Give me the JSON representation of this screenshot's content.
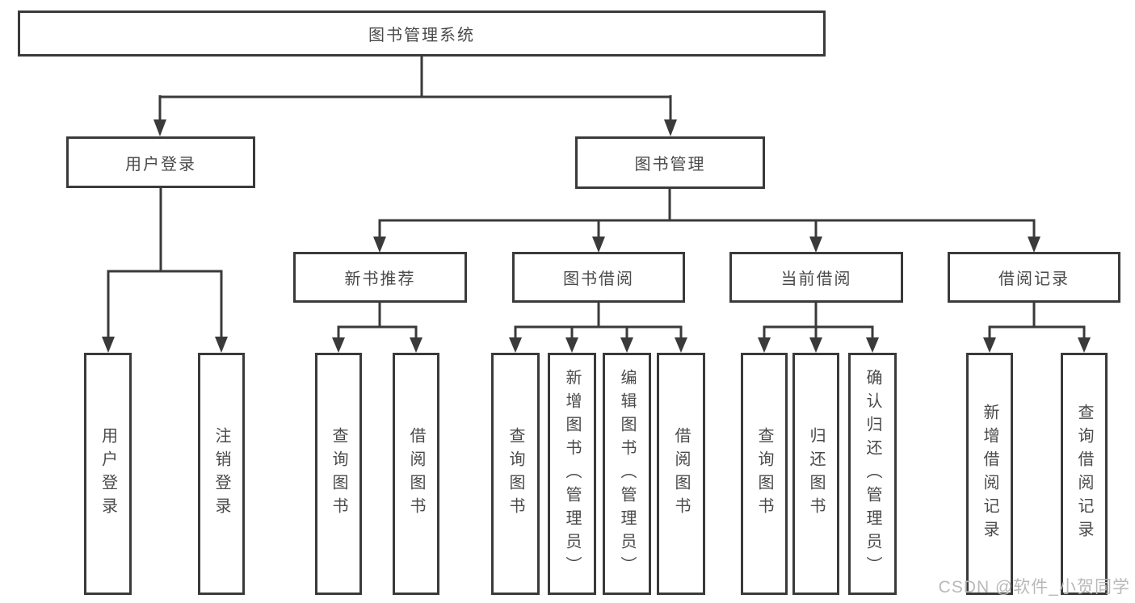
{
  "diagram": {
    "type": "hierarchy-tree",
    "colors": {
      "line": "#3a3a3a",
      "border": "#3a3a3a",
      "text": "#4a4a4a",
      "watermark": "#b9b9b9",
      "background": "#ffffff"
    },
    "watermark": "CSDN @软件_小贺同学",
    "nodes": {
      "root": {
        "label": "图书管理系统"
      },
      "user_login": {
        "label": "用户登录"
      },
      "book_management": {
        "label": "图书管理"
      },
      "new_book_recommend": {
        "label": "新书推荐"
      },
      "book_borrowing": {
        "label": "图书借阅"
      },
      "current_borrowing": {
        "label": "当前借阅"
      },
      "borrowing_records": {
        "label": "借阅记录"
      },
      "leaf_user_login": {
        "label": "用户登录"
      },
      "leaf_logout": {
        "label": "注销登录"
      },
      "leaf_query_book_a": {
        "label": "查询图书"
      },
      "leaf_borrow_book_a": {
        "label": "借阅图书"
      },
      "leaf_query_book_b": {
        "label": "查询图书"
      },
      "leaf_add_book": {
        "label": "新增图书（管理员）"
      },
      "leaf_edit_book": {
        "label": "编辑图书（管理员）"
      },
      "leaf_borrow_book_b": {
        "label": "借阅图书"
      },
      "leaf_query_book_c": {
        "label": "查询图书"
      },
      "leaf_return_book": {
        "label": "归还图书"
      },
      "leaf_confirm_return": {
        "label": "确认归还（管理员）"
      },
      "leaf_add_borrow_record": {
        "label": "新增借阅记录"
      },
      "leaf_query_borrow_record": {
        "label": "查询借阅记录"
      }
    },
    "hierarchy": {
      "root": [
        "user_login",
        "book_management"
      ],
      "user_login": [
        "leaf_user_login",
        "leaf_logout"
      ],
      "book_management": [
        "new_book_recommend",
        "book_borrowing",
        "current_borrowing",
        "borrowing_records"
      ],
      "new_book_recommend": [
        "leaf_query_book_a",
        "leaf_borrow_book_a"
      ],
      "book_borrowing": [
        "leaf_query_book_b",
        "leaf_add_book",
        "leaf_edit_book",
        "leaf_borrow_book_b"
      ],
      "current_borrowing": [
        "leaf_query_book_c",
        "leaf_return_book",
        "leaf_confirm_return"
      ],
      "borrowing_records": [
        "leaf_add_borrow_record",
        "leaf_query_borrow_record"
      ]
    }
  }
}
